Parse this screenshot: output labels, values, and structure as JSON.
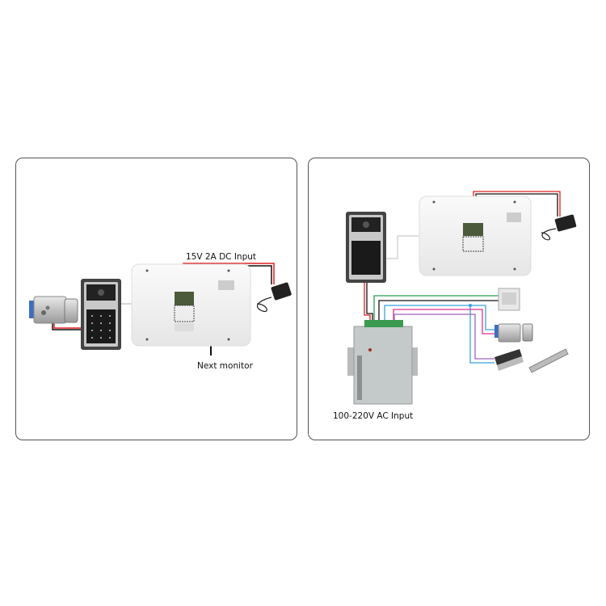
{
  "left_panel": {
    "dc_input_label": "15V 2A DC Input",
    "next_monitor_label": "Next monitor"
  },
  "right_panel": {
    "ac_input_label": "100-220V AC Input"
  },
  "colors": {
    "red": "#e02020",
    "black": "#111111",
    "green": "#2aa050",
    "blue": "#3aa0e0",
    "magenta": "#e0308a",
    "purple": "#a060c0",
    "border": "#555555"
  }
}
